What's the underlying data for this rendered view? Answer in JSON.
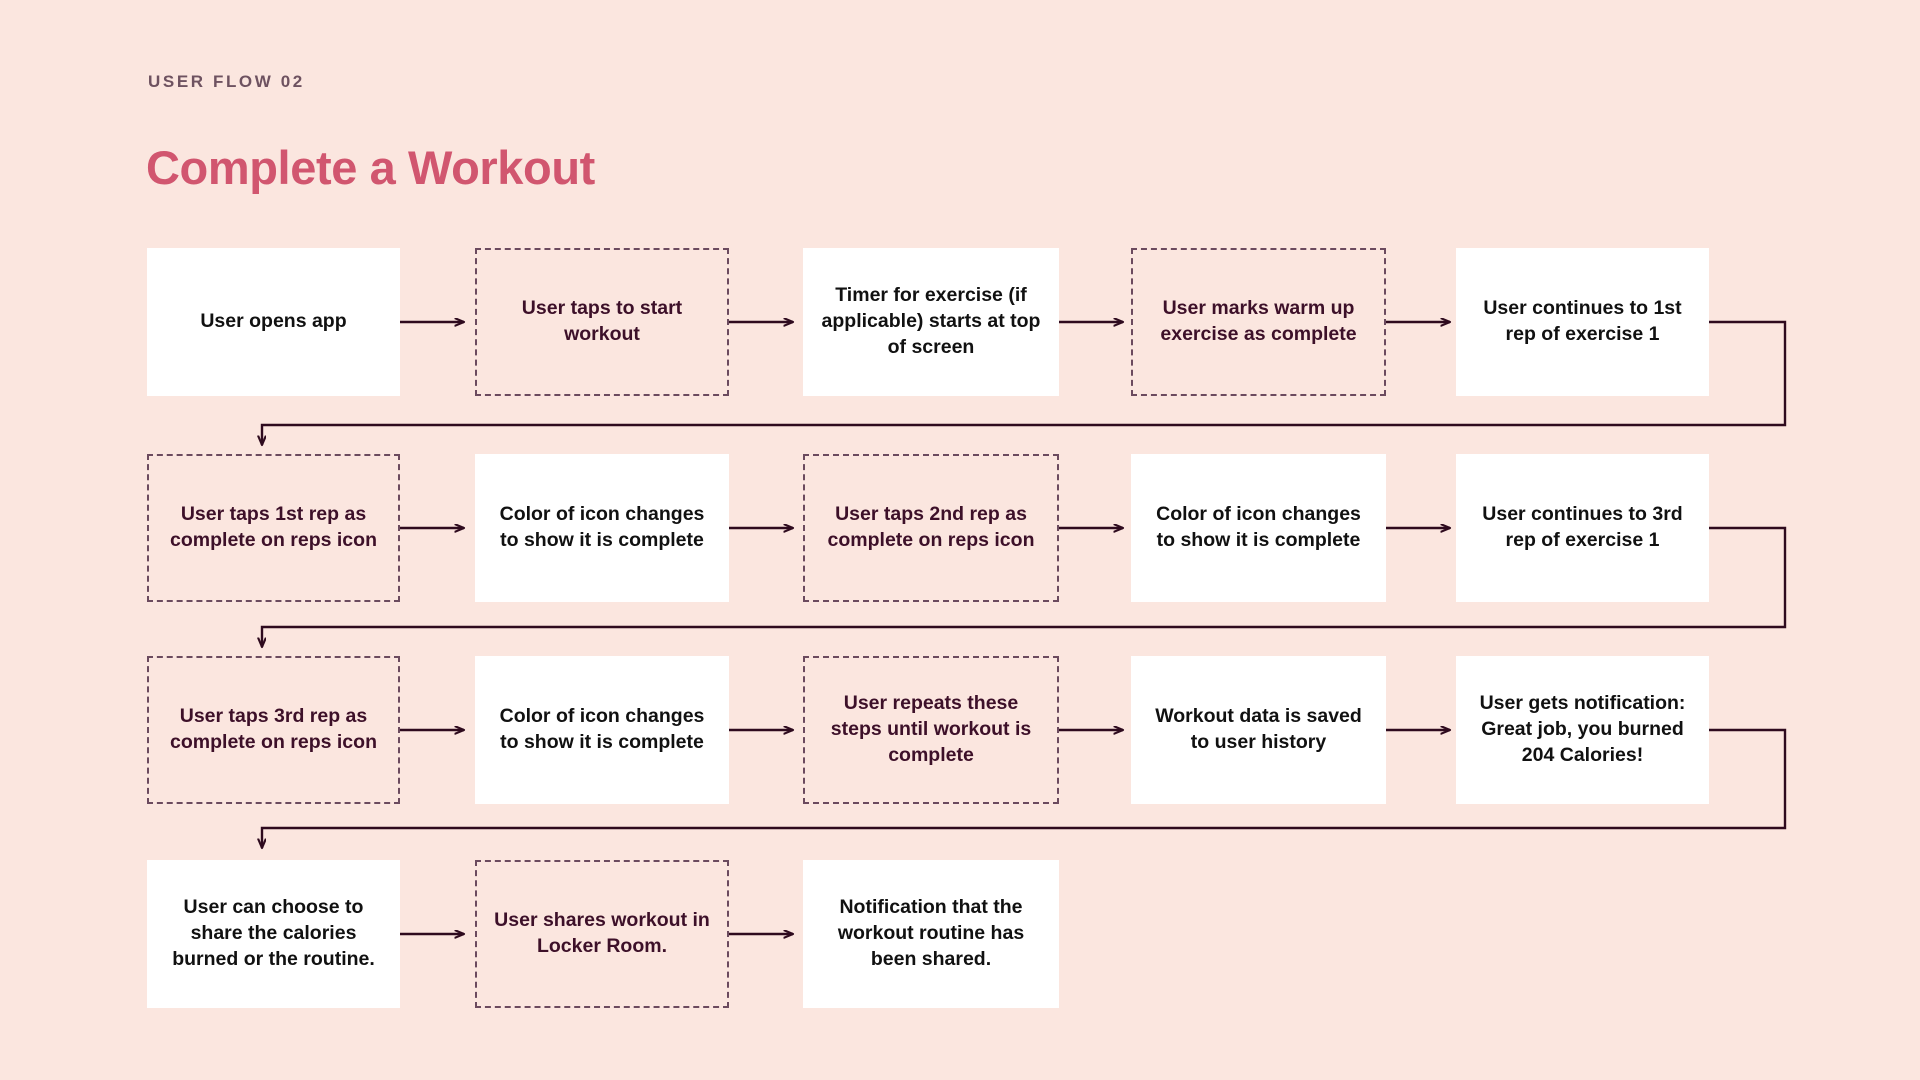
{
  "header": {
    "eyebrow": "USER FLOW 02",
    "title": "Complete a Workout"
  },
  "colors": {
    "background": "#FBE6DF",
    "title_accent": "#D1566F",
    "eyebrow_text": "#6E5260",
    "solid_box_fill": "#FFFFFF",
    "solid_box_text": "#111111",
    "dashed_box_border": "#6B4A5E",
    "dashed_box_text": "#3D1029",
    "connector": "#2E0A1E"
  },
  "flow": {
    "rows": [
      {
        "id": "row-1",
        "nodes": [
          {
            "id": "n1",
            "style": "solid",
            "text": "User opens app"
          },
          {
            "id": "n2",
            "style": "dashed",
            "text": "User taps to start workout"
          },
          {
            "id": "n3",
            "style": "solid",
            "text": "Timer for exercise (if applicable) starts at top of screen"
          },
          {
            "id": "n4",
            "style": "dashed",
            "text": "User marks warm up exercise as complete"
          },
          {
            "id": "n5",
            "style": "solid",
            "text": "User continues to 1st rep of exercise 1"
          }
        ]
      },
      {
        "id": "row-2",
        "nodes": [
          {
            "id": "n6",
            "style": "dashed",
            "text": "User taps 1st rep as complete on reps icon"
          },
          {
            "id": "n7",
            "style": "solid",
            "text": "Color of icon changes to show it is complete"
          },
          {
            "id": "n8",
            "style": "dashed",
            "text": "User taps 2nd rep as complete on reps icon"
          },
          {
            "id": "n9",
            "style": "solid",
            "text": "Color of icon changes to show it is complete"
          },
          {
            "id": "n10",
            "style": "solid",
            "text": "User continues to 3rd rep of exercise 1"
          }
        ]
      },
      {
        "id": "row-3",
        "nodes": [
          {
            "id": "n11",
            "style": "dashed",
            "text": "User taps 3rd rep as complete on reps icon"
          },
          {
            "id": "n12",
            "style": "solid",
            "text": "Color of icon changes to show it is complete"
          },
          {
            "id": "n13",
            "style": "dashed",
            "text": "User repeats these steps until workout is complete"
          },
          {
            "id": "n14",
            "style": "solid",
            "text": "Workout data is saved to user history"
          },
          {
            "id": "n15",
            "style": "solid",
            "text": "User gets notification: Great job, you burned 204 Calories!"
          }
        ]
      },
      {
        "id": "row-4",
        "nodes": [
          {
            "id": "n16",
            "style": "solid",
            "text": "User can choose to share the calories burned or the routine."
          },
          {
            "id": "n17",
            "style": "dashed",
            "text": "User shares workout in Locker Room."
          },
          {
            "id": "n18",
            "style": "solid",
            "text": "Notification that the workout routine has been shared."
          }
        ]
      }
    ],
    "connector_count_inline": 15,
    "connector_count_wrap": 3
  }
}
